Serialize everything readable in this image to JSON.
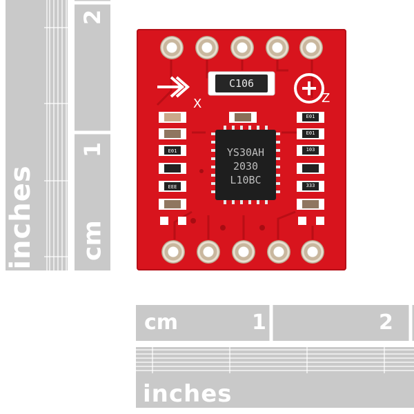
{
  "rulers": {
    "vertical_inches_label": "inches",
    "vertical_cm_label": "cm",
    "vertical_cm_numbers": [
      "1",
      "2"
    ],
    "horizontal_cm_label": "cm",
    "horizontal_cm_numbers": [
      "1",
      "2"
    ],
    "horizontal_inches_label": "inches"
  },
  "board": {
    "capacitor_marking": "C106",
    "chip_lines": [
      "YS30AH",
      "2030",
      "L10BC"
    ],
    "axis_labels": [
      "X",
      "Z"
    ],
    "component_markings": [
      "E01",
      "EEE",
      "E01",
      "E01",
      "103",
      "333"
    ],
    "colors": {
      "board_red": "#d8141d",
      "ruler_gray": "#c9c9c9",
      "chip_black": "#1e1e1e"
    }
  }
}
